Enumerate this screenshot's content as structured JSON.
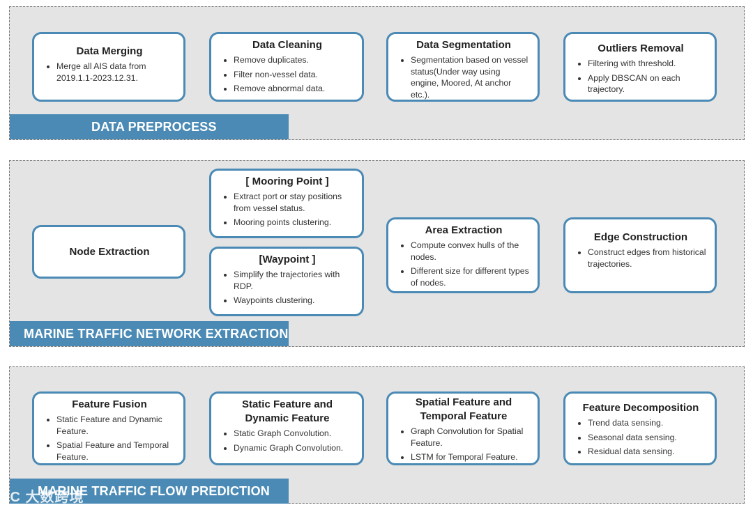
{
  "sections": [
    {
      "banner": "DATA PREPROCESS",
      "boxes": [
        {
          "title": "Data Merging",
          "items": [
            "Merge all AIS data from 2019.1.1-2023.12.31."
          ]
        },
        {
          "title": "Data Cleaning",
          "items": [
            "Remove duplicates.",
            "Filter non-vessel data.",
            "Remove abnormal data."
          ]
        },
        {
          "title": "Data Segmentation",
          "items": [
            "Segmentation based on vessel status(Under way using engine, Moored, At anchor etc.)."
          ]
        },
        {
          "title": "Outliers Removal",
          "items": [
            "Filtering with threshold.",
            "Apply DBSCAN on each trajectory."
          ]
        }
      ]
    },
    {
      "banner": "MARINE TRAFFIC NETWORK EXTRACTION",
      "boxes": [
        {
          "title": "Node Extraction",
          "items": []
        },
        {
          "title": "[ Mooring Point ]",
          "items": [
            "Extract port or stay positions from vessel status.",
            "Mooring points clustering."
          ]
        },
        {
          "title": "[Waypoint ]",
          "items": [
            "Simplify the trajectories with RDP.",
            "Waypoints clustering."
          ]
        },
        {
          "title": "Area Extraction",
          "items": [
            "Compute convex hulls of the nodes.",
            "Different size for different types of nodes."
          ]
        },
        {
          "title": "Edge Construction",
          "items": [
            "Construct edges from historical trajectories."
          ]
        }
      ]
    },
    {
      "banner": "MARINE TRAFFIC FLOW PREDICTION",
      "boxes": [
        {
          "title": "Feature Fusion",
          "items": [
            "Static Feature and Dynamic Feature.",
            "Spatial Feature and Temporal Feature."
          ]
        },
        {
          "title": "Static Feature and Dynamic Feature",
          "items": [
            "Static Graph Convolution.",
            "Dynamic Graph Convolution."
          ]
        },
        {
          "title": "Spatial Feature and Temporal Feature",
          "items": [
            "Graph Convolution for Spatial Feature.",
            "LSTM for Temporal Feature."
          ]
        },
        {
          "title": "Feature Decomposition",
          "items": [
            "Trend data sensing.",
            "Seasonal data sensing.",
            "Residual data sensing."
          ]
        }
      ]
    }
  ],
  "watermark": "IC 大数跨境",
  "colors": {
    "accent": "#4a8ab5",
    "panel": "#e4e4e4"
  }
}
